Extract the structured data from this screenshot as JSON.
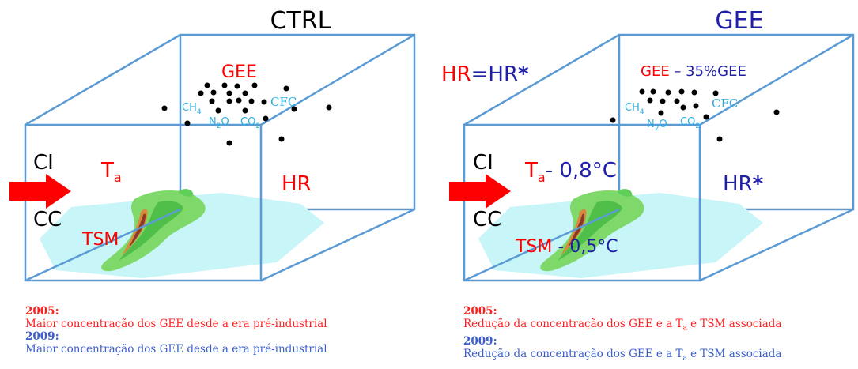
{
  "left_panel": {
    "title": "CTRL",
    "gee": "GEE",
    "gases": {
      "ch4": "CH",
      "ch4_sub": "4",
      "n2o_n": "N",
      "n2o_sub": "2",
      "n2o_o": "O",
      "co2": "CO",
      "co2_sub": "2",
      "cfc": "CFC"
    },
    "ci": "CI",
    "cc": "CC",
    "ta": "T",
    "ta_sub": "a",
    "hr": "HR",
    "tsm": "TSM"
  },
  "right_panel": {
    "title": "GEE",
    "hr_eq_a": "HR",
    "hr_eq_b": "=HR",
    "star": "*",
    "gee": "GEE",
    "gee_minus": " – 35%GEE",
    "gases": {
      "ch4": "CH",
      "ch4_sub": "4",
      "n2o_n": "N",
      "n2o_sub": "2",
      "n2o_o": "O",
      "co2": "CO",
      "co2_sub": "2",
      "cfc": "CFC"
    },
    "ci": "CI",
    "cc": "CC",
    "ta": "T",
    "ta_sub": "a",
    "ta_delta": "- 0,8°C",
    "hr": "HR",
    "hr_star": "*",
    "tsm": "TSM",
    "tsm_delta": " - 0,5°C"
  },
  "notes_left": {
    "y1": "2005:",
    "t1": "Maior concentração dos GEE desde a era pré-industrial",
    "y2": "2009:",
    "t2": "Maior concentração dos GEE desde a era pré-industrial"
  },
  "notes_right": {
    "y1": "2005:",
    "t1a": "Redução  da concentração dos GEE e a T",
    "t1sub": "a",
    "t1b": " e TSM associada",
    "y2": "2009:",
    "t2a": "Redução da concentração dos GEE e a T",
    "t2sub": "a",
    "t2b": " e TSM associada"
  },
  "colors": {
    "box": "#5b9bd5",
    "red": "#ff0000",
    "blue": "#1f1fa8",
    "cyan": "#2bb0e0",
    "arrow": "#ff0000",
    "note_red": "#ff2020",
    "note_blue": "#3a5fcd"
  }
}
